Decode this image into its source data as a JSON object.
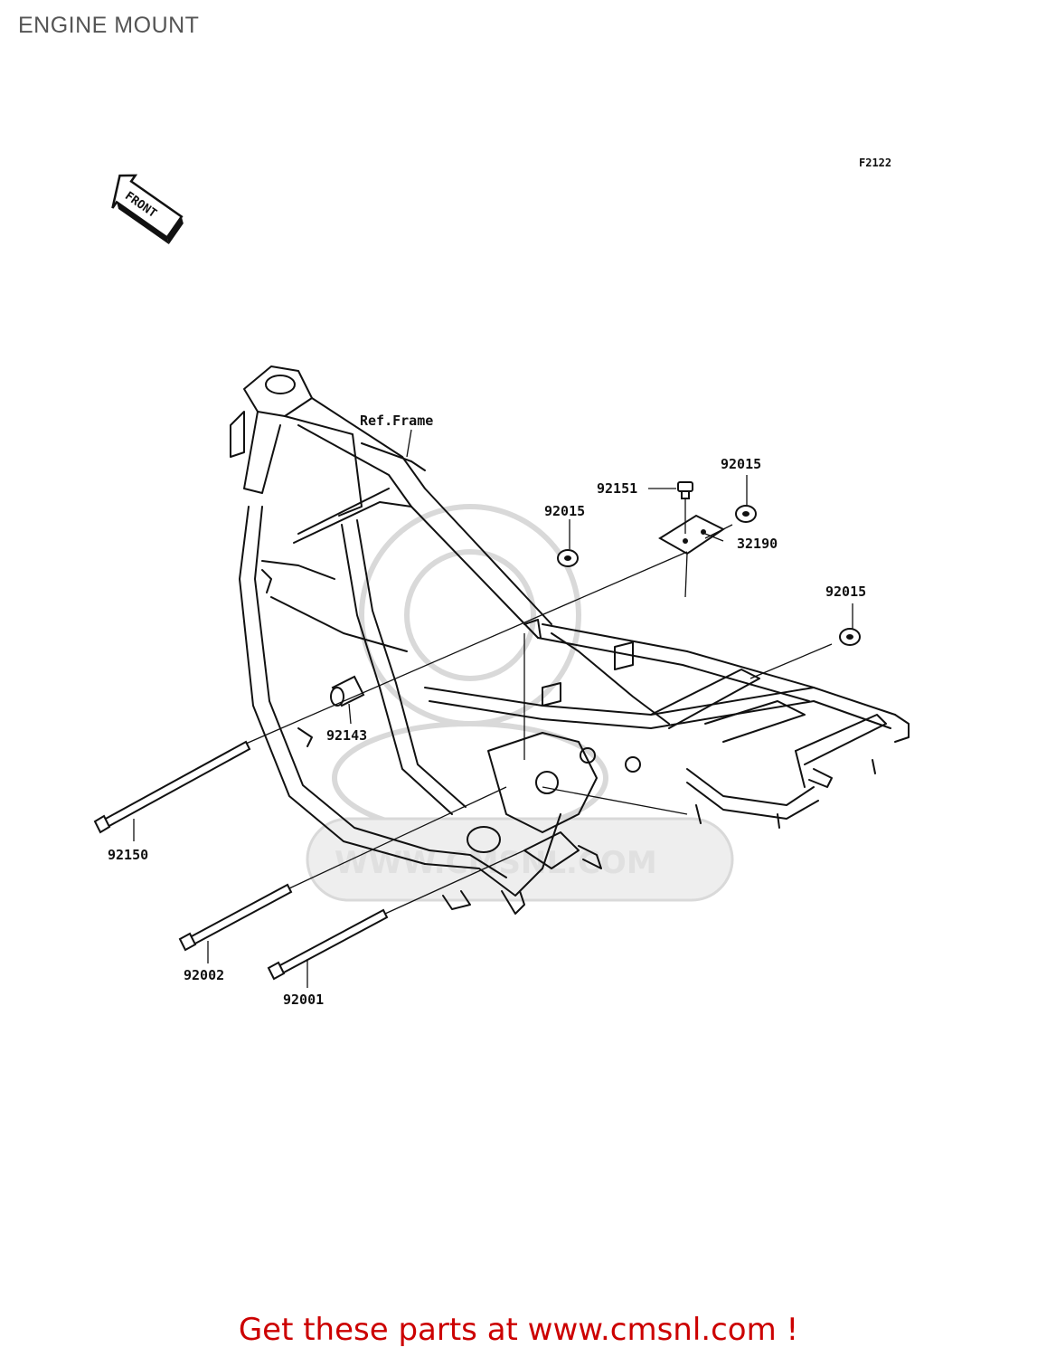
{
  "title": "ENGINE MOUNT",
  "figure_code": "F2122",
  "front_marker": "FRONT",
  "ref_label": "Ref.Frame",
  "watermark": "WWW.CMSNL.COM",
  "parts": [
    {
      "id": "p1",
      "number": "92151"
    },
    {
      "id": "p2",
      "number": "92015"
    },
    {
      "id": "p3",
      "number": "92015"
    },
    {
      "id": "p4",
      "number": "32190"
    },
    {
      "id": "p5",
      "number": "92015"
    },
    {
      "id": "p6",
      "number": "92143"
    },
    {
      "id": "p7",
      "number": "92150"
    },
    {
      "id": "p8",
      "number": "92002"
    },
    {
      "id": "p9",
      "number": "92001"
    }
  ],
  "footer": "Get these parts at www.cmsnl.com !"
}
